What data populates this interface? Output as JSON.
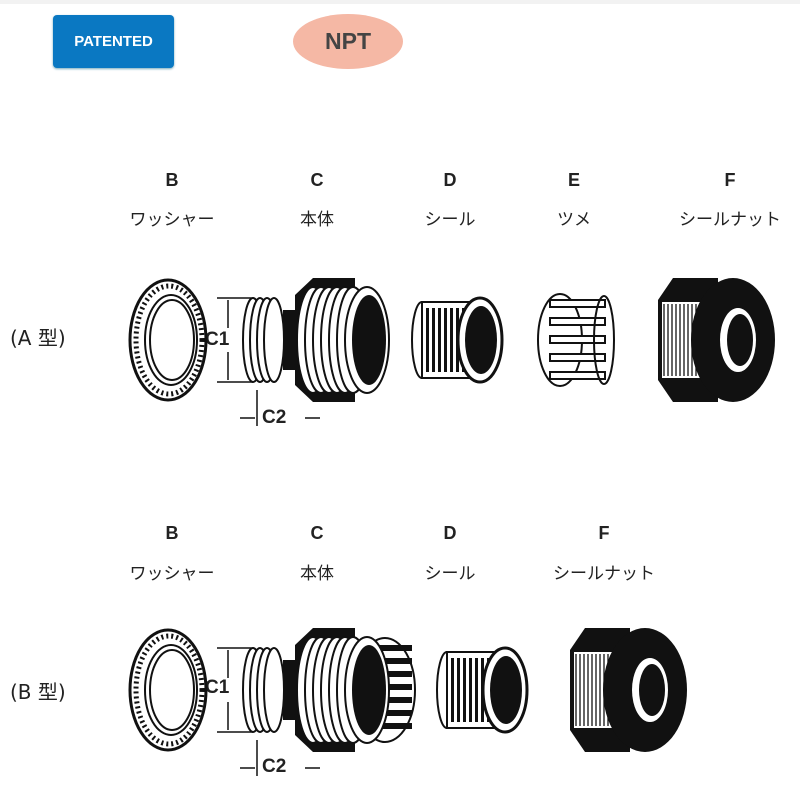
{
  "badges": {
    "patented": "PATENTED",
    "thread": "NPT",
    "patented_color": "#0a78c2",
    "thread_color": "#f5b8a5"
  },
  "type_a": {
    "label": "(A 型)",
    "parts": [
      {
        "letter": "B",
        "name": "ワッシャー"
      },
      {
        "letter": "C",
        "name": "本体"
      },
      {
        "letter": "D",
        "name": "シール"
      },
      {
        "letter": "E",
        "name": "ツメ"
      },
      {
        "letter": "F",
        "name": "シールナット"
      }
    ],
    "dim_c1": "C1",
    "dim_c2": "C2"
  },
  "type_b": {
    "label": "(B 型)",
    "parts": [
      {
        "letter": "B",
        "name": "ワッシャー"
      },
      {
        "letter": "C",
        "name": "本体"
      },
      {
        "letter": "D",
        "name": "シール"
      },
      {
        "letter": "F",
        "name": "シールナット"
      }
    ],
    "dim_c1": "C1",
    "dim_c2": "C2"
  }
}
